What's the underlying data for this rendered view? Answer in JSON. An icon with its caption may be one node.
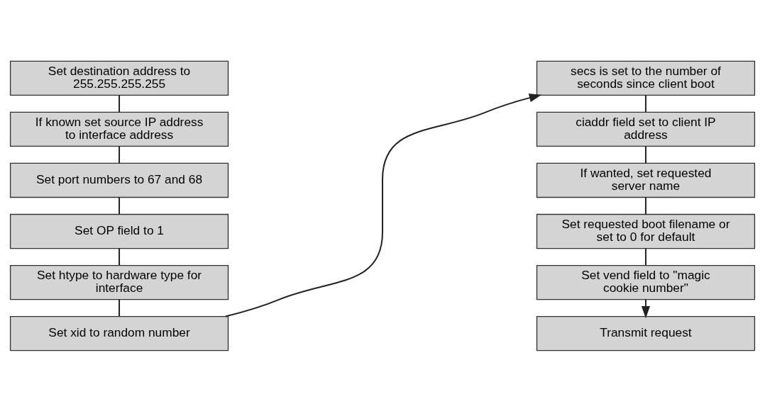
{
  "diagram": {
    "nodes": [
      {
        "text": [
          "Set destination address to 255.255.255.255"
        ]
      },
      {
        "text": [
          "If known set source IP address to interface address"
        ]
      },
      {
        "text": [
          "Set port numbers to 67 and 68"
        ]
      },
      {
        "text": [
          "Set OP field to 1"
        ]
      },
      {
        "text": [
          "Set htype to hardware type for interface"
        ]
      },
      {
        "text": [
          "Set xid to random number"
        ]
      },
      {
        "text": [
          "secs is set to the number of seconds since client boot"
        ]
      },
      {
        "text": [
          "ciaddr field set to client IP address"
        ]
      },
      {
        "text": [
          "If wanted, set requested server name"
        ]
      },
      {
        "text": [
          "Set requested boot filename or set to 0 for default"
        ]
      },
      {
        "text": [
          "Set vend field to \"magic cookie number\""
        ]
      },
      {
        "text": [
          "Transmit request"
        ]
      }
    ],
    "edges": [
      {
        "from": 0,
        "to": 1,
        "arrow": "none"
      },
      {
        "from": 1,
        "to": 2,
        "arrow": "none"
      },
      {
        "from": 2,
        "to": 3,
        "arrow": "none"
      },
      {
        "from": 3,
        "to": 4,
        "arrow": "none"
      },
      {
        "from": 4,
        "to": 5,
        "arrow": "none"
      },
      {
        "from": 5,
        "to": 6,
        "arrow": "to"
      },
      {
        "from": 6,
        "to": 7,
        "arrow": "none"
      },
      {
        "from": 7,
        "to": 8,
        "arrow": "none"
      },
      {
        "from": 8,
        "to": 9,
        "arrow": "none"
      },
      {
        "from": 9,
        "to": 10,
        "arrow": "none"
      },
      {
        "from": 10,
        "to": 11,
        "arrow": "to"
      }
    ]
  }
}
